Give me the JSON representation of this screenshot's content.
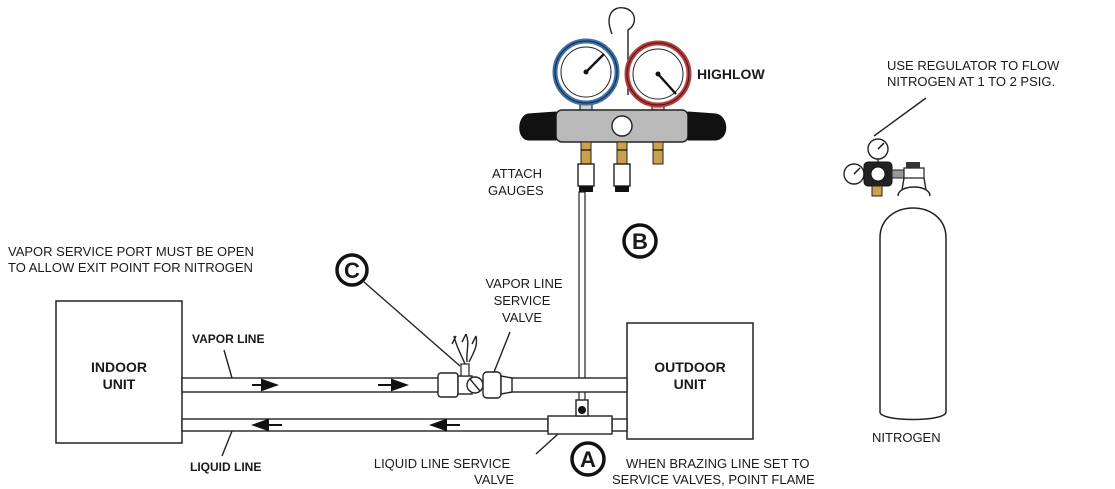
{
  "labels": {
    "gauge_high_low": "HIGHLOW",
    "regulator_note": [
      "USE REGULATOR TO FLOW",
      "NITROGEN AT 1 TO 2 PSIG."
    ],
    "attach_gauges": [
      "ATTACH",
      "GAUGES"
    ],
    "vapor_port_note": [
      "VAPOR SERVICE PORT MUST BE OPEN",
      "TO ALLOW EXIT POINT FOR NITROGEN"
    ],
    "vapor_line_service_valve": [
      "VAPOR LINE",
      "SERVICE",
      "VALVE"
    ],
    "vapor_line": "VAPOR LINE",
    "liquid_line": "LIQUID LINE",
    "indoor_unit": [
      "INDOOR",
      "UNIT"
    ],
    "outdoor_unit": [
      "OUTDOOR",
      "UNIT"
    ],
    "nitrogen": "NITROGEN",
    "liquid_line_service_valve": [
      "LIQUID LINE SERVICE",
      "VALVE"
    ],
    "brazing_note": [
      "WHEN BRAZING LINE SET TO",
      "SERVICE VALVES, POINT FLAME"
    ]
  },
  "callouts": {
    "a": "A",
    "b": "B",
    "c": "C"
  },
  "colors": {
    "low_gauge_ring": "#3a6fb0",
    "high_gauge_ring": "#c0393b",
    "brass_fitting": "#c9a24a",
    "manifold_body": "#b9b9b9"
  }
}
